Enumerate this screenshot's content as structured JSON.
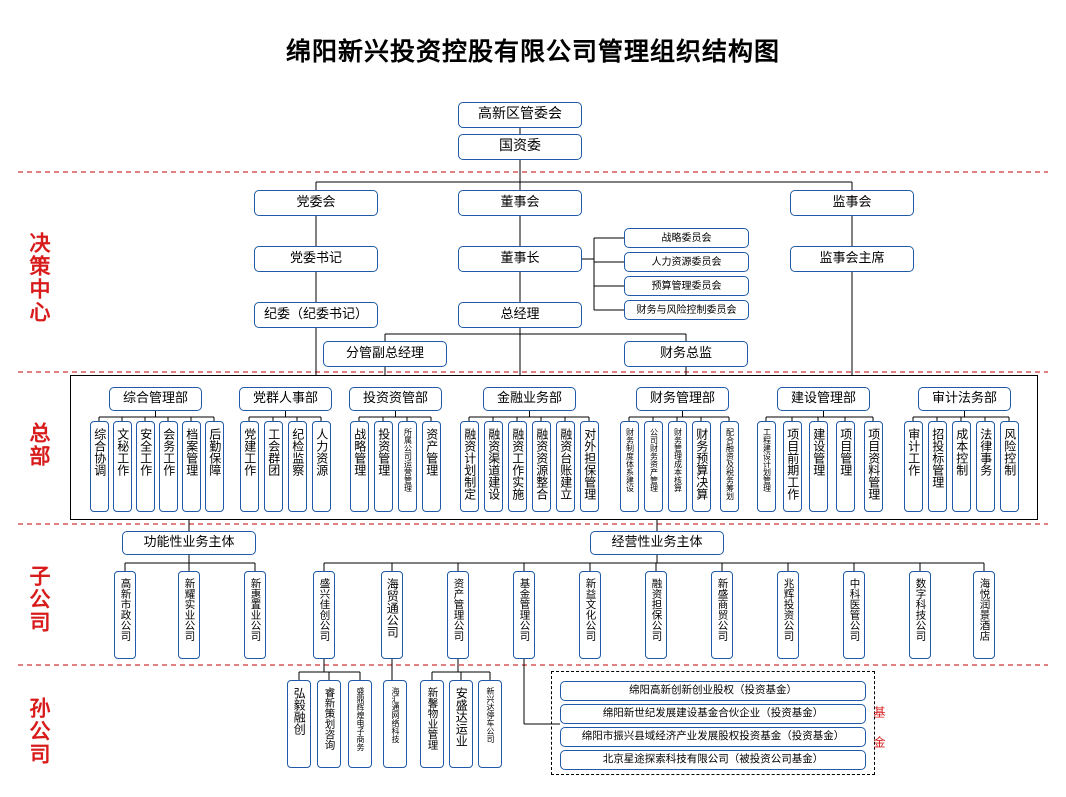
{
  "title": "绵阳新兴投资控股有限公司管理组织结构图",
  "colors": {
    "box_border": "#1f5aa8",
    "section_label": "#d81c1c",
    "section_divider": "#c00000",
    "connector": "#000000"
  },
  "sections": [
    "决策中心",
    "总部",
    "子公司",
    "孙公司"
  ],
  "top": {
    "gxq": "高新区管委会",
    "gzw": "国资委"
  },
  "decision": {
    "dwh": "党委会",
    "dsh": "董事会",
    "jsh": "监事会",
    "dwsj": "党委书记",
    "dsz": "董事长",
    "jshzx": "监事会主席",
    "jw": "纪委（纪委书记）",
    "zjl": "总经理",
    "fgfzjl": "分管副总经理",
    "cwzj": "财务总监",
    "committees": [
      "战略委员会",
      "人力资源委员会",
      "预算管理委员会",
      "财务与风险控制委员会"
    ]
  },
  "hq": {
    "departments": [
      {
        "name": "综合管理部",
        "units": [
          "综合协调",
          "文秘工作",
          "安全工作",
          "会务工作",
          "档案管理",
          "后勤保障"
        ]
      },
      {
        "name": "党群人事部",
        "units": [
          "党建工作",
          "工会群团",
          "纪检监察",
          "人力资源"
        ]
      },
      {
        "name": "投资资管部",
        "units": [
          "战略管理",
          "投资管理",
          "所属公司运营管理",
          "资产管理"
        ]
      },
      {
        "name": "金融业务部",
        "units": [
          "融资计划制定",
          "融资渠道建设",
          "融资工作实施",
          "融资资源整合",
          "融资台账建立",
          "对外担保管理"
        ]
      },
      {
        "name": "财务管理部",
        "units": [
          "财务制度体系建设",
          "公司财务资产管理",
          "财务管理成本核算",
          "财务预算决算",
          "配合融资及税务筹划"
        ]
      },
      {
        "name": "建设管理部",
        "units": [
          "工程建设计划管理",
          "项目前期工作",
          "建设管理",
          "项目管理",
          "项目资料管理"
        ]
      },
      {
        "name": "审计法务部",
        "units": [
          "审计工作",
          "招投标管理",
          "成本控制",
          "法律事务",
          "风险控制"
        ]
      }
    ]
  },
  "subsidiaries": {
    "functional": "功能性业务主体",
    "operating": "经营性业务主体",
    "list": [
      "高新市政公司",
      "新耀实业公司",
      "新惠置业公司",
      "盛兴佳创公司",
      "海贸通公司",
      "资产管理公司",
      "基金管理公司",
      "新益文化公司",
      "融资担保公司",
      "新盛商贸公司",
      "兆辉投资公司",
      "中科医管公司",
      "数字科技公司",
      "海悦润景酒店"
    ]
  },
  "grandchildren": {
    "list": [
      "弘毅融创",
      "睿新策划咨询",
      "盛鼎辉煌电子商务",
      "海汇通网络科技",
      "新馨物业管理",
      "安盛达运业",
      "新兴达停车公司"
    ],
    "funds": [
      "绵阳高新创新创业股权（投资基金）",
      "绵阳新世纪发展建设基金合伙企业（投资基金）",
      "绵阳市振兴县域经济产业发展股权投资基金（投资基金）",
      "北京星途探索科技有限公司（被投资公司基金）"
    ],
    "fund_tag": "基金"
  }
}
